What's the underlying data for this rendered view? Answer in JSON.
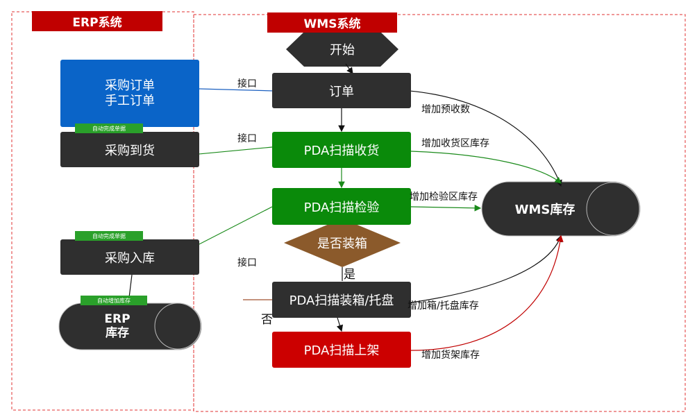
{
  "headers": {
    "erp": "ERP系统",
    "wms": "WMS系统"
  },
  "nodes": {
    "start": "开始",
    "order": "订单",
    "purchase_order": "采购订单\n手工订单",
    "purchase_arrival": "采购到货",
    "pda_receive": "PDA扫描收货",
    "pda_inspect": "PDA扫描检验",
    "decision": "是否装箱",
    "purchase_inbound": "采购入库",
    "pda_pack": "PDA扫描装箱/托盘",
    "pda_shelf": "PDA扫描上架",
    "wms_stock": "WMS库存",
    "erp_stock": "ERP\n库存"
  },
  "tags": {
    "auto_complete_1": "自动完成单据",
    "auto_complete_2": "自动完成单据",
    "auto_add_stock": "自动增加库存"
  },
  "labels": {
    "interface_1": "接口",
    "interface_2": "接口",
    "interface_3": "接口",
    "add_expected": "增加预收数",
    "add_receive_area": "增加收货区库存",
    "add_inspect_area": "增加检验区库存",
    "add_box_pallet": "增加箱/托盘库存",
    "add_shelf": "增加货架库存",
    "yes": "是",
    "no": "否"
  },
  "colors": {
    "header_red": "#c00000",
    "dark": "#2f2f2f",
    "green": "#0a8a0a",
    "red": "#cc0000",
    "blue": "#0a64c8",
    "decision_brown": "#8b5a2b"
  }
}
